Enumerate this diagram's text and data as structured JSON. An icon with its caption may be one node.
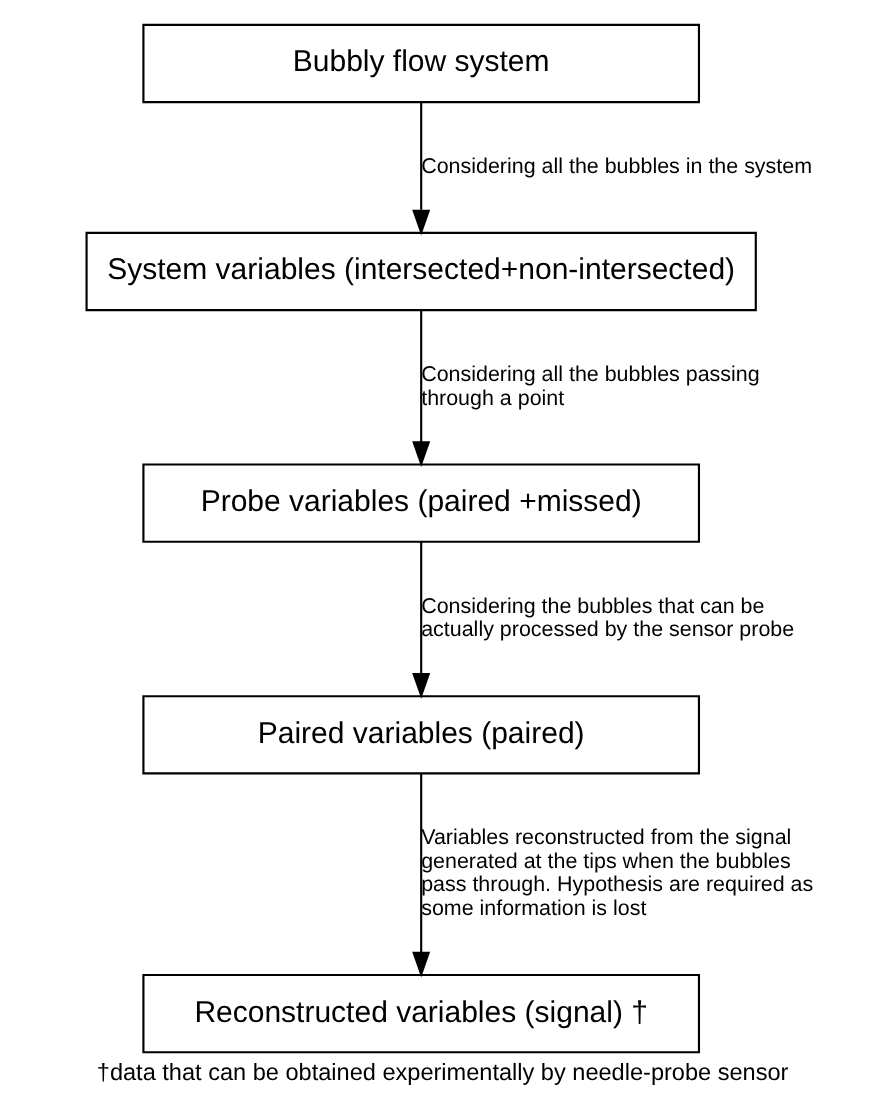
{
  "diagram": {
    "caption": "†data that can be obtained experimentally by needle-probe sensor",
    "nodes": [
      {
        "text": [
          "Bubbly flow system"
        ]
      },
      {
        "text": [
          "System variables (intersected+non-intersected)"
        ]
      },
      {
        "text": [
          "Probe variables (paired +missed)"
        ]
      },
      {
        "text": [
          "Paired variables (paired)"
        ]
      },
      {
        "text": [
          "Reconstructed variables (signal) †"
        ]
      }
    ],
    "edges": [
      {
        "from": 0,
        "to": 1,
        "arrow": "to",
        "label": "Considering all the bubbles in the system"
      },
      {
        "from": 1,
        "to": 2,
        "arrow": "to",
        "label": "Considering all the bubbles passing through a point"
      },
      {
        "from": 2,
        "to": 3,
        "arrow": "to",
        "label": "Considering the bubbles that can be actually processed by the sensor probe"
      },
      {
        "from": 3,
        "to": 4,
        "arrow": "to",
        "label": "Variables reconstructed from the signal generated at the tips when the bubbles pass through. Hypothesis are required as some information is lost"
      }
    ]
  }
}
